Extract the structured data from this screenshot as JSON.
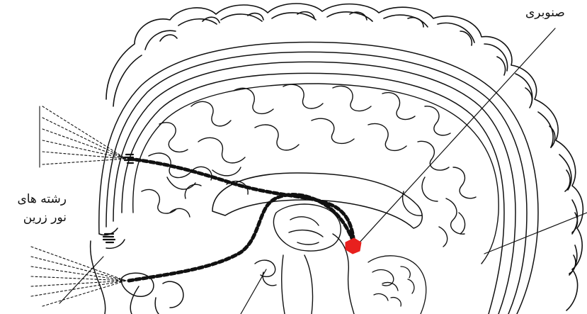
{
  "labels": {
    "pineal": "صنوبری",
    "fibers_line1": "رشته های",
    "fibers_line2": "نور زرین"
  },
  "colors": {
    "ink": "#111111",
    "pineal_gland": "#e8201e",
    "background": "#ffffff"
  }
}
